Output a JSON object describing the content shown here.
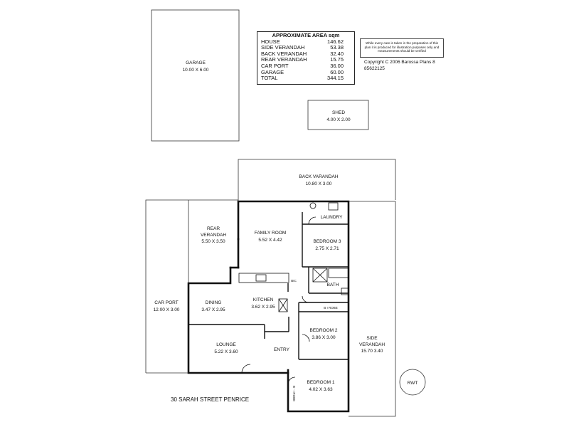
{
  "area_table": {
    "title": "APPROXIMATE AREA sqm",
    "rows": [
      {
        "label": "HOUSE",
        "value": "146.62"
      },
      {
        "label": "SIDE VERANDAH",
        "value": "53.38"
      },
      {
        "label": "BACK VERANDAH",
        "value": "32.40"
      },
      {
        "label": "REAR VERANDAH",
        "value": "15.75"
      },
      {
        "label": "CAR PORT",
        "value": "36.00"
      },
      {
        "label": "GARAGE",
        "value": "60.00"
      },
      {
        "label": "TOTAL",
        "value": "344.15"
      }
    ]
  },
  "disclaimer": {
    "line1": "While every care is taken in the preparation of this",
    "line2": "plan it is produced for illustration purposes only and",
    "line3": "measurements should be verified"
  },
  "copyright": {
    "line1": "Copyright  C 2006  Barossa Plans 8",
    "line2": "85622125"
  },
  "rooms": {
    "garage": {
      "name": "GARAGE",
      "dims": "10.00 X 6.00"
    },
    "shed": {
      "name": "SHED",
      "dims": "4.00 X 2.00"
    },
    "back_verandah": {
      "name": "BACK VARANDAH",
      "dims": "10.80 X 3.00"
    },
    "laundry": {
      "name": "LAUNDRY"
    },
    "rear_verandah": {
      "name1": "REAR",
      "name2": "VERANDAH",
      "dims": "5.50 X 3.50"
    },
    "family_room": {
      "name": "FAMILY ROOM",
      "dims": "5.52 X 4.42"
    },
    "bedroom3": {
      "name": "BEDROOM 3",
      "dims": "2.75 X 2.71"
    },
    "bath": {
      "name": "BATH"
    },
    "bic": {
      "name": "BIC"
    },
    "b_robe": {
      "name": "B I ROBE"
    },
    "car_port": {
      "name": "CAR PORT",
      "dims": "12.00 X 3.00"
    },
    "dining": {
      "name": "DINING",
      "dims": "3.47 X 2.95"
    },
    "kitchen": {
      "name": "KITCHEN",
      "dims": "3.62 X 2.95"
    },
    "bedroom2": {
      "name": "BEDROOM 2",
      "dims": "3.86 X 3.00"
    },
    "side_verandah": {
      "name1": "SIDE",
      "name2": "VERANDAH",
      "dims": "15.70 3.40"
    },
    "lounge": {
      "name": "LOUNGE",
      "dims": "5.22 X 3.60"
    },
    "entry": {
      "name": "ENTRY"
    },
    "bedroom1": {
      "name": "BEDROOM  1",
      "dims": "4.02 X 3.63"
    },
    "bi_robe_vertical": {
      "name": "B - I ROBE"
    },
    "rwt": {
      "name": "RWT"
    }
  },
  "address": "30 SARAH STREET PENRICE"
}
